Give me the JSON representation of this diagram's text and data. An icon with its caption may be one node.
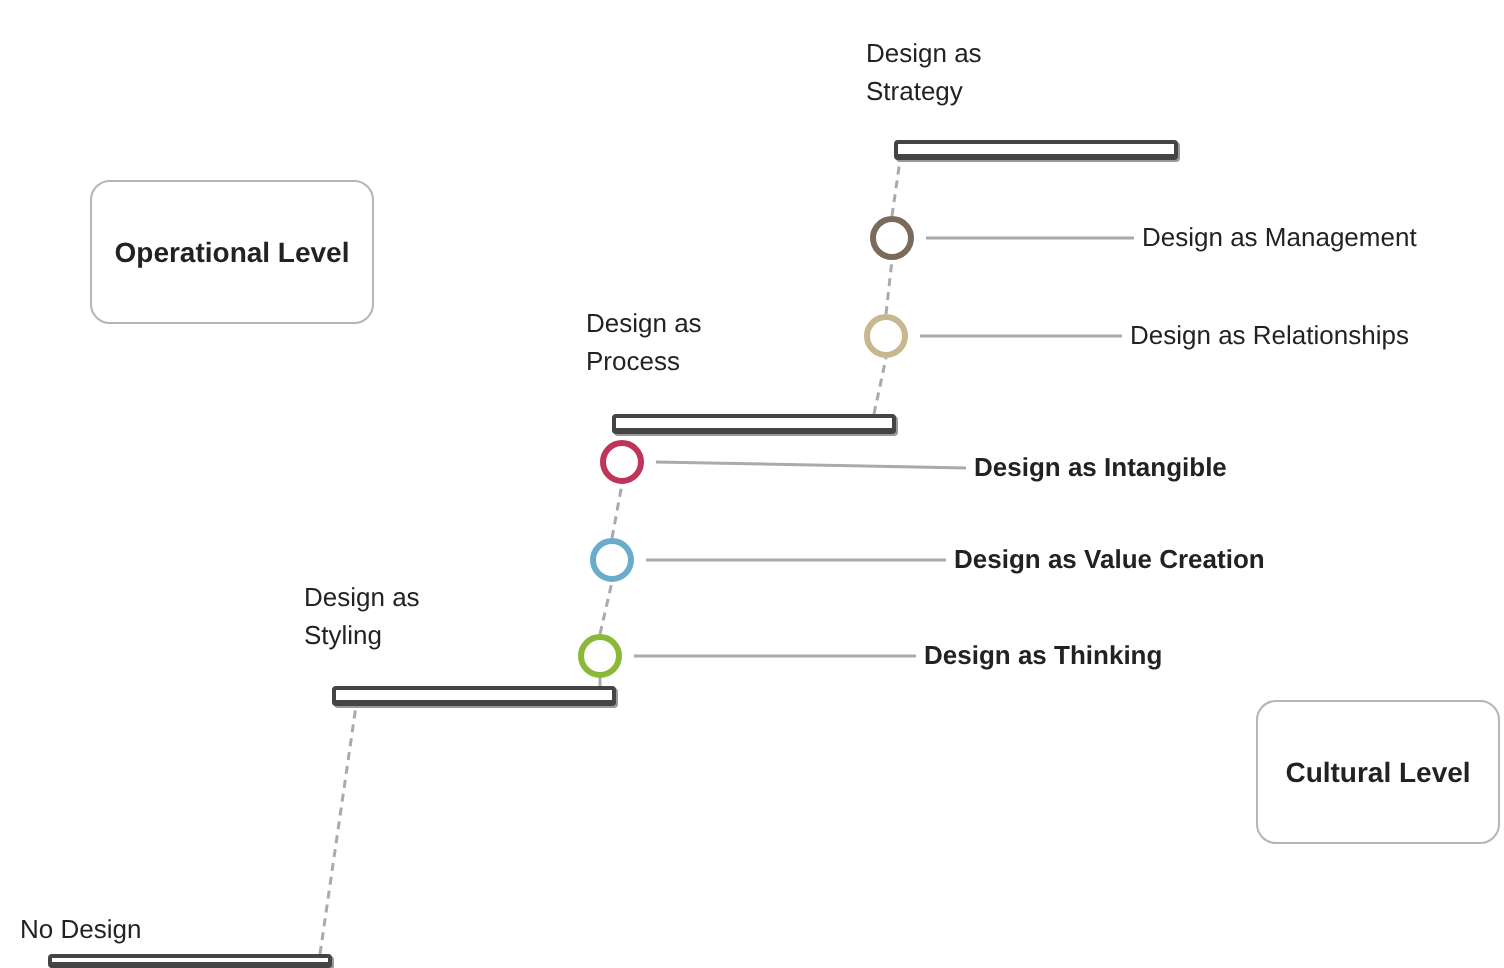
{
  "diagram": {
    "nodes": [
      {
        "text": [
          "Operational Level"
        ]
      },
      {
        "text": [
          "Cultural Level"
        ]
      },
      {
        "text": [
          "Design as Strategy"
        ]
      },
      {
        "text": [
          "Design as Process"
        ]
      },
      {
        "text": [
          "Design as Styling"
        ]
      },
      {
        "text": [
          "No Design"
        ]
      },
      {
        "text": [],
        "shape": "circle"
      },
      {
        "text": [],
        "shape": "circle"
      },
      {
        "text": [],
        "shape": "circle"
      },
      {
        "text": [],
        "shape": "circle"
      },
      {
        "text": [],
        "shape": "circle"
      },
      {
        "text": [
          "Design as Management"
        ]
      },
      {
        "text": [
          "Design as Relationships"
        ]
      },
      {
        "text": [
          "Design as Intangible"
        ]
      },
      {
        "text": [
          "Design as Value Creation"
        ]
      },
      {
        "text": [
          "Design as Thinking"
        ]
      }
    ],
    "edges": [
      {
        "from": 11,
        "to": 6,
        "arrow": "none"
      },
      {
        "from": 12,
        "to": 7,
        "arrow": "none"
      },
      {
        "from": 13,
        "to": 8,
        "arrow": "none"
      },
      {
        "from": 14,
        "to": 9,
        "arrow": "none"
      },
      {
        "from": 15,
        "to": 10,
        "arrow": "none"
      },
      {
        "from": 5,
        "to": 4,
        "arrow": "none",
        "style": "dashed"
      },
      {
        "from": 4,
        "to": 10,
        "arrow": "none",
        "style": "dashed"
      },
      {
        "from": 10,
        "to": 9,
        "arrow": "none",
        "style": "dashed"
      },
      {
        "from": 9,
        "to": 8,
        "arrow": "none",
        "style": "dashed"
      },
      {
        "from": 3,
        "to": 7,
        "arrow": "none",
        "style": "dashed"
      },
      {
        "from": 7,
        "to": 6,
        "arrow": "none",
        "style": "dashed"
      },
      {
        "from": 6,
        "to": 2,
        "arrow": "none",
        "style": "dashed"
      }
    ]
  }
}
